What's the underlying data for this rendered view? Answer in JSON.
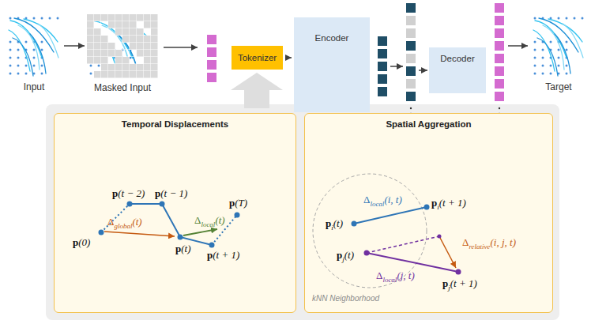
{
  "diagram": {
    "nodes": [
      {
        "text": [
          "Input"
        ]
      },
      {
        "text": [
          "Masked Input"
        ]
      },
      {
        "text": [
          "Tokenizer"
        ]
      },
      {
        "text": [
          "Encoder"
        ]
      },
      {
        "text": [
          "Decoder"
        ]
      },
      {
        "text": [
          "Target"
        ]
      },
      {
        "text": [
          "Temporal Displacements"
        ]
      },
      {
        "text": [
          "Spatial Aggregation"
        ]
      }
    ],
    "edges": [
      {
        "from": 0,
        "to": 1,
        "arrow": "to"
      },
      {
        "from": 2,
        "to": 3,
        "arrow": "to"
      }
    ],
    "labels": [
      "p(t − 2)",
      "p(t − 1)",
      "p(0)",
      "Δlocal(t)",
      "p(T)",
      "Δglobal(t)",
      "p(t)",
      "p(t + 1)",
      "Δlocal(i, t)",
      "pi(t + 1)",
      "pi(t)",
      "Δrelative(i, j, t)",
      "pj(t)",
      "Δlocal(j, t)",
      "pj(t + 1)",
      "kNN Neighborhood"
    ]
  }
}
